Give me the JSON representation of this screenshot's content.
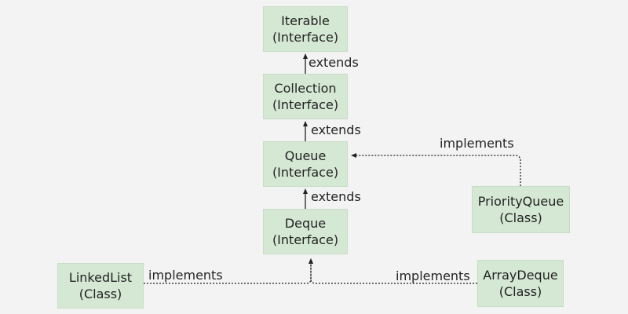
{
  "nodes": {
    "iterable": {
      "name": "Iterable",
      "kind": "(Interface)"
    },
    "collection": {
      "name": "Collection",
      "kind": "(Interface)"
    },
    "queue": {
      "name": "Queue",
      "kind": "(Interface)"
    },
    "deque": {
      "name": "Deque",
      "kind": "(Interface)"
    },
    "priority_queue": {
      "name": "PriorityQueue",
      "kind": "(Class)"
    },
    "linked_list": {
      "name": "LinkedList",
      "kind": "(Class)"
    },
    "array_deque": {
      "name": "ArrayDeque",
      "kind": "(Class)"
    }
  },
  "edges": {
    "collection_to_iterable": {
      "label": "extends"
    },
    "queue_to_collection": {
      "label": "extends"
    },
    "deque_to_queue": {
      "label": "extends"
    },
    "priorityqueue_to_queue": {
      "label": "implements"
    },
    "linkedlist_to_deque": {
      "label": "implements"
    },
    "arraydeque_to_deque": {
      "label": "implements"
    }
  },
  "colors": {
    "node_fill": "#d5e8d4",
    "node_border": "#c6ddc4",
    "background": "#f3f3f3",
    "line": "#222222"
  }
}
